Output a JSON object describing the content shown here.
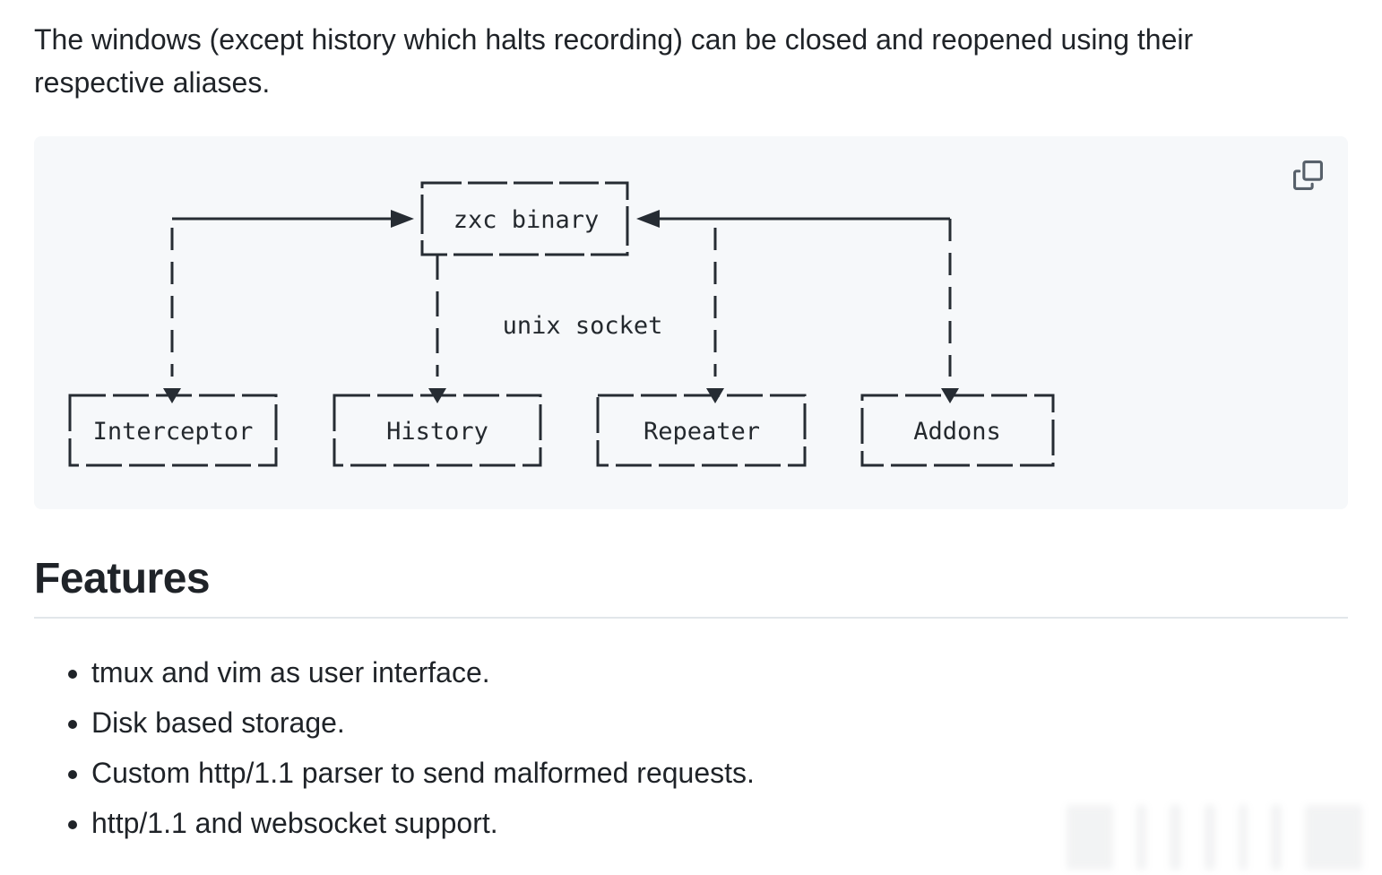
{
  "intro": {
    "text": "The windows (except history which halts recording) can be closed and reopened using their respective aliases."
  },
  "code_block": {
    "copy_icon": "copy-icon",
    "diagram": {
      "type": "ascii-architecture",
      "main_node": "zxc binary",
      "connection_label": "unix socket",
      "child_nodes": [
        "Interceptor",
        "History",
        "Repeater",
        "Addons"
      ],
      "edges": [
        {
          "from": "Interceptor",
          "to": "zxc binary",
          "arrowheads": "both"
        },
        {
          "from": "zxc binary",
          "to": "History",
          "arrowheads": "to"
        },
        {
          "from": "Repeater",
          "to": "zxc binary",
          "arrowheads": "both"
        },
        {
          "from": "Addons",
          "to": "zxc binary",
          "arrowheads": "both"
        }
      ]
    }
  },
  "features": {
    "heading": "Features",
    "items": [
      "tmux and vim as user interface.",
      "Disk based storage.",
      "Custom http/1.1 parser to send malformed requests.",
      "http/1.1 and websocket support."
    ]
  },
  "colors": {
    "page_background": "#ffffff",
    "text": "#1f2328",
    "code_background": "#f6f8fa",
    "diagram_line": "#262c33",
    "copy_icon": "#57606a",
    "heading_divider": "#e2e6ea"
  }
}
